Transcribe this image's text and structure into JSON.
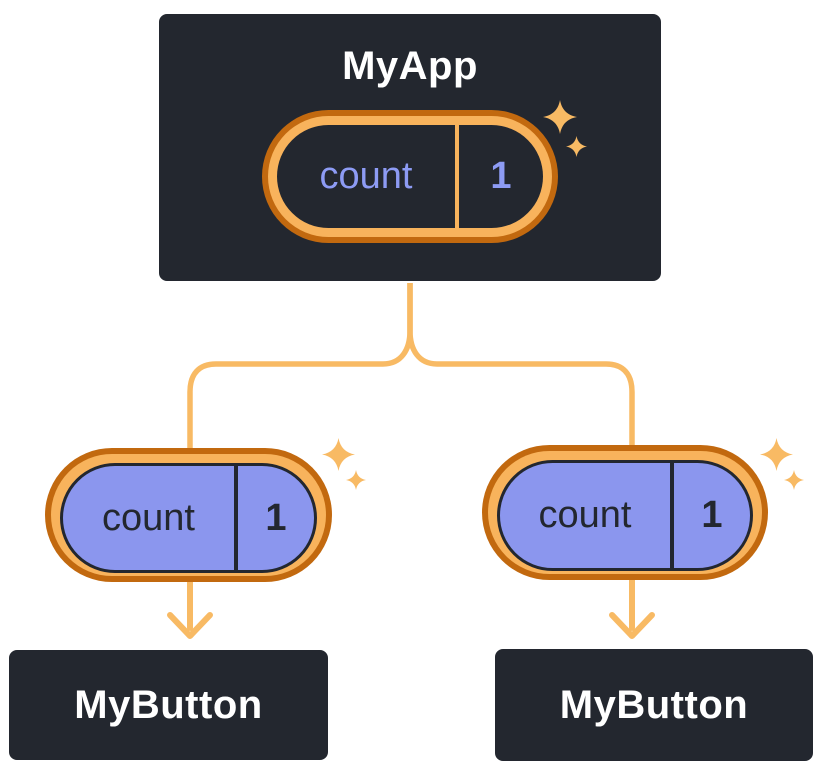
{
  "diagram": {
    "root": {
      "title": "MyApp",
      "badge": {
        "label": "count",
        "value": "1"
      }
    },
    "children": [
      {
        "title": "MyButton",
        "badge": {
          "label": "count",
          "value": "1"
        }
      },
      {
        "title": "MyButton",
        "badge": {
          "label": "count",
          "value": "1"
        }
      }
    ]
  },
  "icons": {
    "sparkle": "four-point-star",
    "arrow": "down-arrow"
  },
  "colors": {
    "node_background": "#23272F",
    "node_border": "#FFFFFF",
    "node_text": "#FFFFFF",
    "state_pill_interior": "#23272F",
    "state_pill_text": "#8D9BF4",
    "props_pill_fill": "#8B96EE",
    "props_pill_text": "#23272F",
    "pill_ring_outer": "#C2690F",
    "pill_ring_inner": "#F8B35C",
    "connector": "#F8BA64"
  }
}
